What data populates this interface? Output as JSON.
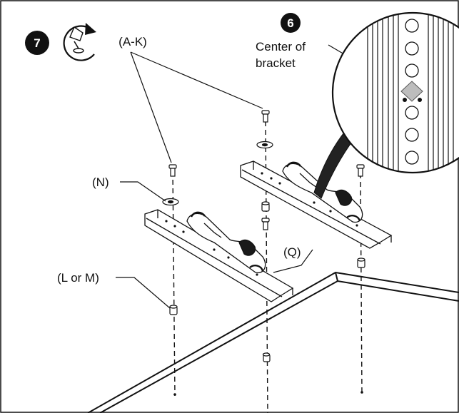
{
  "steps": {
    "step7": {
      "number": "7",
      "icon": "screwdriver-rotate-icon"
    },
    "step6": {
      "number": "6"
    }
  },
  "labels": {
    "screws": "(A-K)",
    "washer": "(N)",
    "spacer": "(L or M)",
    "bracket": "(Q)",
    "center_line1": "Center of",
    "center_line2": "bracket"
  },
  "colors": {
    "ink": "#111111",
    "callout_fill": "#222222",
    "center_marker": "#bdbdbd",
    "background": "#ffffff"
  }
}
